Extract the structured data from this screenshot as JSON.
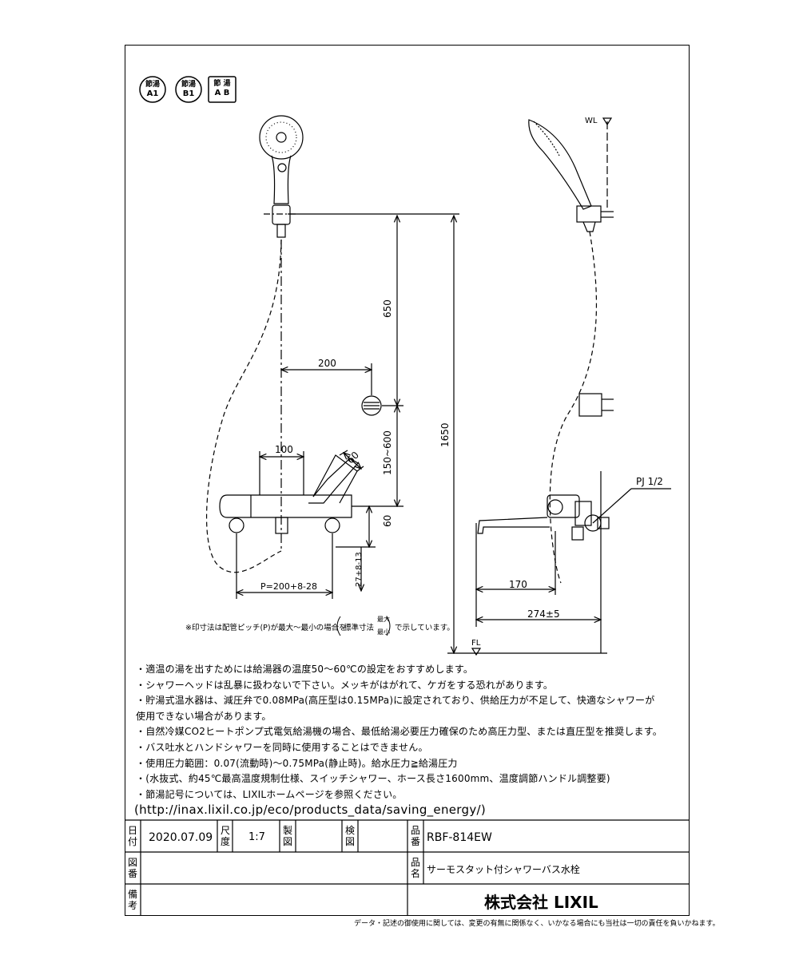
{
  "badges": [
    {
      "top": "節湯",
      "bottom": "A1"
    },
    {
      "top": "節湯",
      "bottom": "B1"
    },
    {
      "top": "節 湯",
      "bottom": "A B"
    }
  ],
  "dimensions": {
    "d650": "650",
    "d200": "200",
    "d1650": "1650",
    "d150_600": "150~600",
    "d100": "100",
    "d60_angle": "60",
    "d60": "60",
    "d27": "27+8-13",
    "pitch": "P=200+8-28",
    "d170": "170",
    "d274": "274±5",
    "pj": "PJ 1/2",
    "wl": "WL",
    "fl": "FL"
  },
  "pitch_note": {
    "prefix": "※印寸法は配管ピッチ(P)が最大～最小の場合を",
    "std": "標準寸法",
    "max": "最大",
    "min": "最小",
    "suffix": "で示しています。"
  },
  "notes": [
    "・適温の湯を出すためには給湯器の温度50～60℃の設定をおすすめします。",
    "・シャワーヘッドは乱暴に扱わないで下さい。メッキがはがれて、ケガをする恐れがあります。",
    "・貯湯式温水器は、減圧弁で0.08MPa(高圧型は0.15MPa)に設定されており、供給圧力が不足して、快適なシャワーが",
    "使用できない場合があります。",
    "・自然冷媒CO2ヒートポンプ式電気給湯機の場合、最低給湯必要圧力確保のため高圧力型、または直圧型を推奨します。",
    "・バス吐水とハンドシャワーを同時に使用することはできません。",
    "・使用圧力範囲：0.07(流動時)～0.75MPa(静止時)。給水圧力≧給湯圧力",
    "・(水抜式、約45℃最高温度規制仕様、スイッチシャワー、ホース長さ1600mm、温度調節ハンドル調整要)",
    "・節湯記号については、LIXILホームページを参照ください。"
  ],
  "url": "(http://inax.lixil.co.jp/eco/products_data/saving_energy/)",
  "title_block": {
    "date_label": "日付",
    "date": "2020.07.09",
    "scale_label": "尺度",
    "scale": "1:7",
    "drawn_label": "製図",
    "check_label": "検図",
    "product_no_label": "品番",
    "product_no": "RBF-814EW",
    "drawing_no_label": "図番",
    "product_name_label": "品名",
    "product_name": "サーモスタット付シャワーバス水栓",
    "remarks_label": "備考",
    "company": "株式会社 LIXIL"
  },
  "footer": "データ・記述の御使用に関しては、変更の有無に関係なく、いかなる場合にも当社は一切の責任を負いかねます。"
}
